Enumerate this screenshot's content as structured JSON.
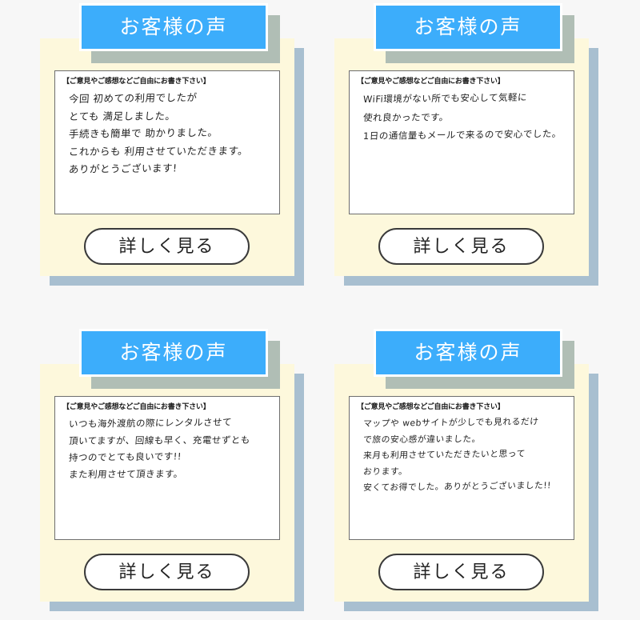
{
  "page": {
    "background_color": "#f7f7f7",
    "banner_color": "#3cadfb",
    "banner_shadow_color": "#b0beb5",
    "card_color": "#fdf8dc",
    "card_shadow_color": "#a8bfd0",
    "note_border_color": "#6e6e6e",
    "button_border_color": "#3a3a3a"
  },
  "cards": [
    {
      "banner_label": "お客様の声",
      "note_label": "【ご意見やご感想などご自由にお書き下さい】",
      "note_lines": [
        "今回 初めての利用でしたが",
        "とても 満足しました。",
        "手続きも簡単で 助かりました。",
        "これからも 利用させていただきます。",
        "ありがとうございます!"
      ],
      "button_label": "詳しく見る"
    },
    {
      "banner_label": "お客様の声",
      "note_label": "【ご意見やご感想などご自由にお書き下さい】",
      "note_lines": [
        "WiFi環境がない所でも安心して気軽に",
        "使れ良かったです。",
        "1日の通信量もメールで来るので安心でした。"
      ],
      "button_label": "詳しく見る"
    },
    {
      "banner_label": "お客様の声",
      "note_label": "【ご意見やご感想などご自由にお書き下さい】",
      "note_lines": [
        "いつも海外渡航の際にレンタルさせて",
        "頂いてますが、回線も早く、充電せずとも",
        "持つのでとても良いです!!",
        "また利用させて頂きます。"
      ],
      "button_label": "詳しく見る"
    },
    {
      "banner_label": "お客様の声",
      "note_label": "【ご意見やご感想などご自由にお書き下さい】",
      "note_lines": [
        "マップや webサイトが少しでも見れるだけ",
        "で旅の安心感が違いました。",
        "来月も利用させていただきたいと思って",
        "おります。",
        "安くてお得でした。ありがとうございました!!"
      ],
      "button_label": "詳しく見る"
    }
  ]
}
